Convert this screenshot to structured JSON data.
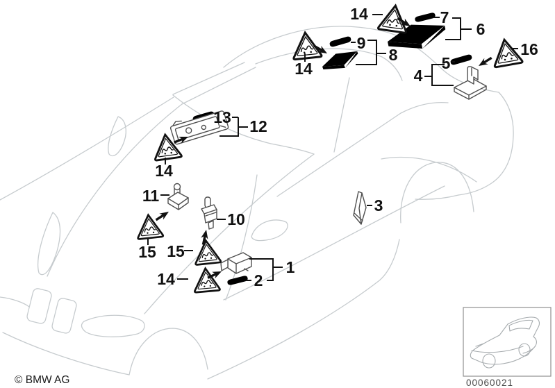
{
  "diagram": {
    "type": "parts-diagram",
    "subject": "car interior light parts exploded view",
    "colors": {
      "background": "#ffffff",
      "car_outline": "#c6cbce",
      "part_stroke": "#4f4f4f",
      "callout_text": "#111111",
      "inset_border": "#8f8f8f",
      "inset_car": "#a6abae",
      "diagram_number_color": "#474747"
    }
  },
  "callouts": [
    {
      "id": "14-roof-rear-lamp",
      "label": "14"
    },
    {
      "id": "7",
      "label": "7"
    },
    {
      "id": "6",
      "label": "6"
    },
    {
      "id": "9",
      "label": "9"
    },
    {
      "id": "8",
      "label": "8"
    },
    {
      "id": "14-roof-mid",
      "label": "14"
    },
    {
      "id": "16",
      "label": "16"
    },
    {
      "id": "5",
      "label": "5"
    },
    {
      "id": "4",
      "label": "4"
    },
    {
      "id": "13",
      "label": "13"
    },
    {
      "id": "12",
      "label": "12"
    },
    {
      "id": "14-front-lamp",
      "label": "14"
    },
    {
      "id": "11",
      "label": "11"
    },
    {
      "id": "10",
      "label": "10"
    },
    {
      "id": "15-left",
      "label": "15"
    },
    {
      "id": "15-right",
      "label": "15"
    },
    {
      "id": "14-footwell",
      "label": "14"
    },
    {
      "id": "1",
      "label": "1"
    },
    {
      "id": "2",
      "label": "2"
    },
    {
      "id": "3",
      "label": "3"
    }
  ],
  "icons": {
    "warning_triangle": "warning-triangle",
    "pointer_arrow": "solid-arrow"
  },
  "inset": {
    "diagram_number": "00060021"
  },
  "footer": {
    "copyright": "© BMW AG"
  }
}
